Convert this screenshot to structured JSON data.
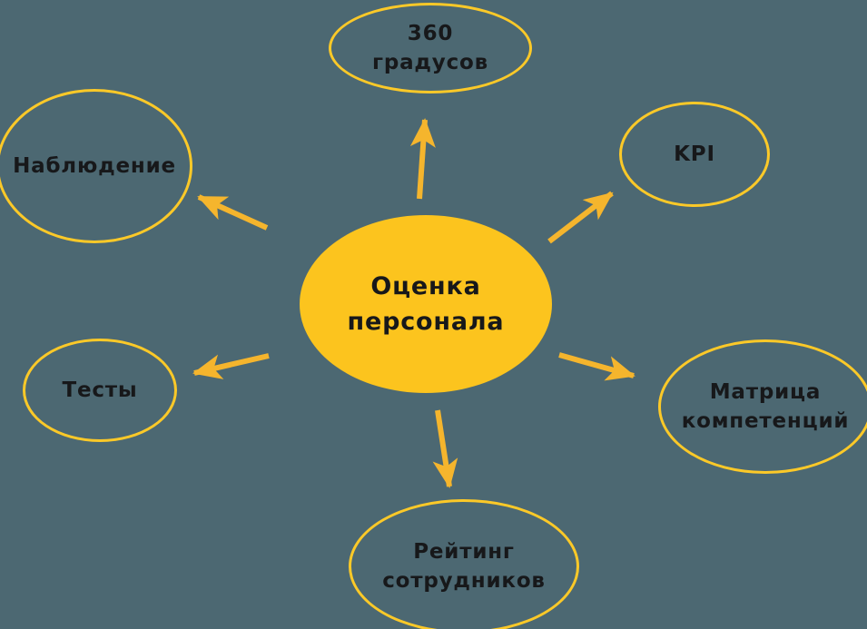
{
  "diagram": {
    "center": {
      "label": "Оценка\nперсонала"
    },
    "nodes": [
      {
        "id": "360-degrees",
        "label": "360\nградусов"
      },
      {
        "id": "observation",
        "label": "Наблюдение"
      },
      {
        "id": "kpi",
        "label": "KPI"
      },
      {
        "id": "competency-matrix",
        "label": "Матрица\nкомпетенций"
      },
      {
        "id": "employee-rating",
        "label": "Рейтинг\nсотрудников"
      },
      {
        "id": "tests",
        "label": "Тесты"
      }
    ],
    "colors": {
      "background": "#4C6872",
      "center_fill": "#FCC41E",
      "ellipse_stroke": "#FCC928",
      "arrow": "#F5B52D",
      "text": "#17181A"
    }
  }
}
